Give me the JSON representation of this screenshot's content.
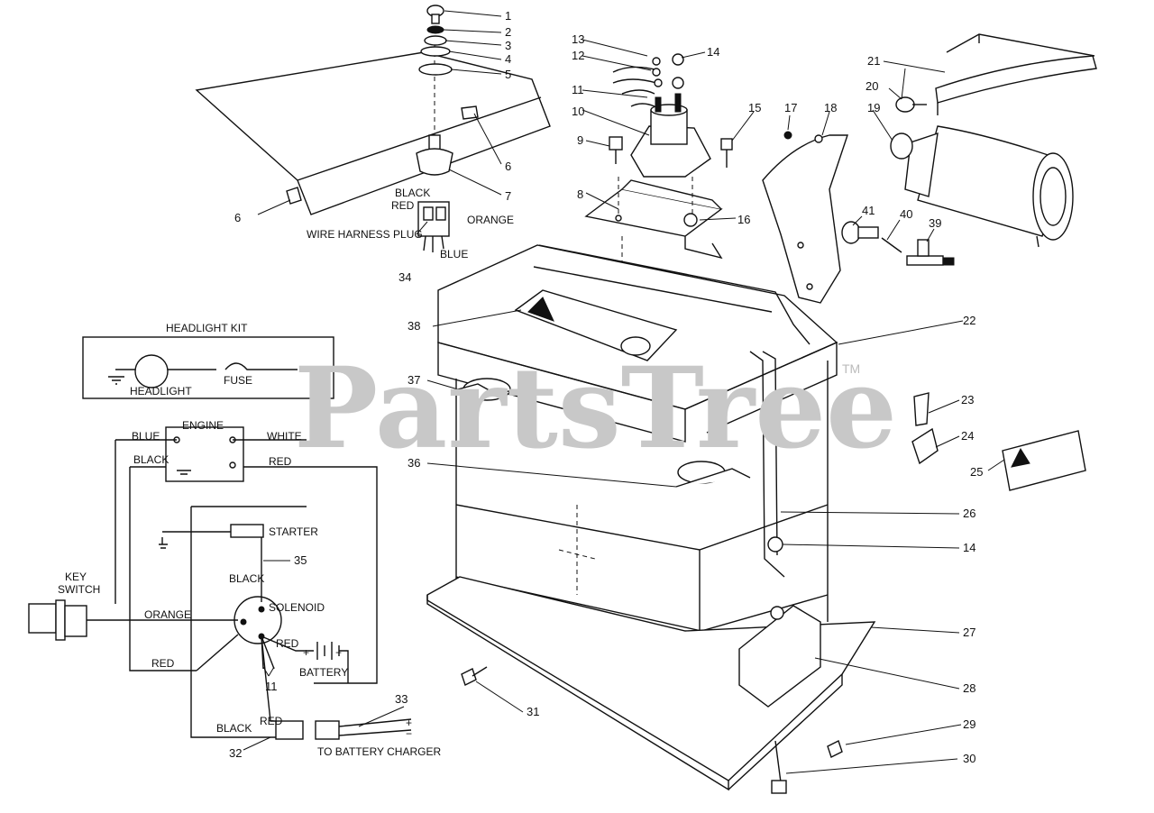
{
  "watermark": {
    "text": "PartsTree",
    "trademark": "TM"
  },
  "callouts": [
    "1",
    "2",
    "3",
    "4",
    "5",
    "6",
    "6",
    "7",
    "8",
    "9",
    "10",
    "11",
    "12",
    "13",
    "14",
    "15",
    "16",
    "17",
    "18",
    "19",
    "20",
    "21",
    "22",
    "23",
    "24",
    "25",
    "26",
    "14",
    "27",
    "28",
    "29",
    "30",
    "31",
    "32",
    "33",
    "34",
    "35",
    "36",
    "37",
    "38",
    "39",
    "40",
    "41",
    "11"
  ],
  "harness_labels": {
    "black": "BLACK",
    "red": "RED",
    "orange": "ORANGE",
    "blue": "BLUE",
    "plug": "WIRE HARNESS PLUG"
  },
  "schematic": {
    "headlight_kit": "HEADLIGHT KIT",
    "headlight": "HEADLIGHT",
    "fuse": "FUSE",
    "engine": "ENGINE",
    "blue": "BLUE",
    "white": "WHITE",
    "black_1": "BLACK",
    "red_1": "RED",
    "starter": "STARTER",
    "black_2": "BLACK",
    "key": "KEY",
    "switch": "SWITCH",
    "orange": "ORANGE",
    "solenoid": "SOLENOID",
    "red_2": "RED",
    "red_3": "RED",
    "battery": "BATTERY",
    "black_3": "BLACK",
    "red_4": "RED",
    "charger": "TO BATTERY CHARGER",
    "plus": "+",
    "minus": "−"
  },
  "colors": {
    "line": "#111111",
    "watermark": "#c8c8c8"
  }
}
